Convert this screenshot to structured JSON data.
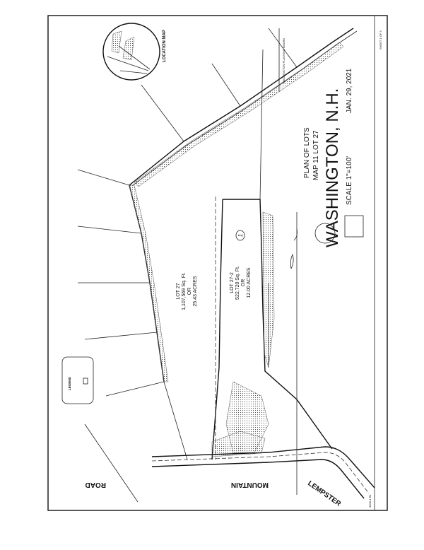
{
  "title_block": {
    "plan_title": "PLAN OF LOTS",
    "map_lot": "MAP 11 LOT 27",
    "town": "WASHINGTON, N.H.",
    "scale": "SCALE 1\"=100'",
    "date": "JAN. 29, 2021",
    "sheet": "SHEET 1 OF 3",
    "planning_board": "WASHINGTON PLANNING BOARD"
  },
  "lots": [
    {
      "name": "LOT 27",
      "area_sqft": "1,107,569 Sq. Ft.",
      "or": "OR",
      "area_acres": "25.43 ACRES"
    },
    {
      "name": "LOT 27-2",
      "area_sqft": "522,720 Sq. Ft.",
      "or": "OR",
      "area_acres": "12.00 ACRES"
    }
  ],
  "lot_marker": "1",
  "location_map": {
    "label": "LOCATION MAP"
  },
  "legend": {
    "title": "LEGEND"
  },
  "roads": {
    "road1": "ROAD",
    "road2": "MOUNTAIN",
    "road3": "LEMPSTER"
  },
  "drawing_number": "3300-1 R1",
  "colors": {
    "ink": "#111111",
    "paper": "#ffffff"
  }
}
